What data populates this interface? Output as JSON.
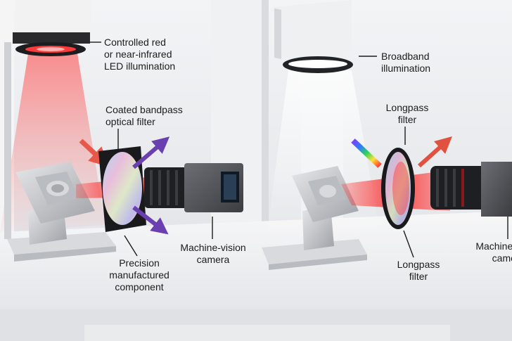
{
  "left_setup": {
    "illumination_label": [
      "Controlled red",
      "or near-infrared",
      "LED illumination"
    ],
    "filter_label": [
      "Coated bandpass",
      "optical filter"
    ],
    "camera_label": [
      "Machine-vision",
      "camera"
    ],
    "component_label": [
      "Precision",
      "manufactured",
      "component"
    ]
  },
  "right_setup": {
    "illumination_label": [
      "Broadband",
      "illumination"
    ],
    "filter_top_label": [
      "Longpass",
      "filter"
    ],
    "filter_bottom_label": [
      "Longpass",
      "filter"
    ],
    "camera_label": [
      "Machine-vision",
      "camera"
    ]
  },
  "colors": {
    "red_light": "#ff2a2a",
    "reflected_arrow": "#6a3fb0",
    "incoming_arrow": "#e8584a",
    "frame_dark": "#1a1a1c",
    "background": "#e9ebee"
  }
}
